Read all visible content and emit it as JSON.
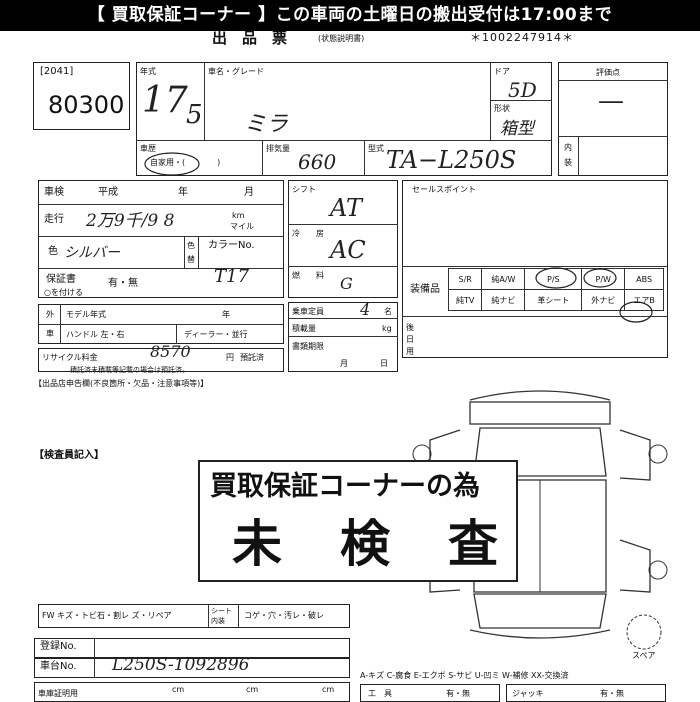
{
  "banner": "【 買取保証コーナー 】この車両の土曜日の搬出受付は17:00まで",
  "header": {
    "title": "出　品　票",
    "subtitle": "(状態説明書)",
    "serial": "＊1002247914＊"
  },
  "lot": {
    "tag": "2041",
    "number": "80300"
  },
  "labels": {
    "year": "年式",
    "model": "車名・グレード",
    "door": "ドア",
    "shape": "形状",
    "score": "評価点",
    "interior_a": "内",
    "interior_b": "装",
    "history": "車歴",
    "history_opt": "自家用・(　　　　)",
    "displacement": "排気量",
    "type": "型式",
    "shaken": "車検",
    "shaken_era": "平成",
    "shaken_year": "年",
    "shaken_month": "月",
    "mileage": "走行",
    "km_unit": "km",
    "mile_unit": "マイル",
    "color": "色",
    "color_change_a": "色",
    "color_change_b": "替",
    "color_no": "カラーNo.",
    "warranty": "保証書",
    "warranty_opts": "有・無",
    "warranty_note": "○を付ける",
    "shift": "シフト",
    "aircon_a": "冷",
    "aircon_b": "房",
    "fuel_a": "燃",
    "fuel_b": "料",
    "sales_point": "セールスポイント",
    "equipment": "装備品",
    "foreign_a": "外",
    "foreign_b": "車",
    "model_year": "モデル年式",
    "year_unit": "年",
    "handle": "ハンドル 左・右",
    "dealer": "ディーラー・並行",
    "capacity": "乗車定員",
    "capacity_unit": "名",
    "load": "積載量",
    "load_unit": "kg",
    "doc_deadline": "書類期限",
    "month": "月",
    "day": "日",
    "rear": "後",
    "rear2": "日",
    "rear3": "用",
    "recycle": "リサイクル料金",
    "recycle_unit": "円",
    "recycle_status": "預託済",
    "recycle_note": "積託済未積載等記載の場合は預託済。",
    "dealer_notes": "【出品店申告欄(不良箇所・欠品・注意事項等)】",
    "inspector": "【検査員記入】",
    "fw": "FW キズ・トビ石・割レ ズ・リペア",
    "seat_a": "シート",
    "seat_b": "内装",
    "seat_opts": "コゲ・穴・汚レ・破レ",
    "reg": "登録No.",
    "chassis": "車台No.",
    "cert": "車庫証明用",
    "cm1": "cm",
    "cm2": "cm",
    "cm3": "cm",
    "tools": "工　具",
    "tools_opts": "有・無",
    "jack": "ジャッキ",
    "jack_opts": "有・無",
    "spare": "スペア",
    "legend": "A-キズ C-腐食 E-エクボ S-サビ U-凹ミ W-補修 XX-交換済"
  },
  "equipment_grid": [
    [
      "S/R",
      "純A/W",
      "P/S",
      "P/W",
      "ABS"
    ],
    [
      "純TV",
      "純ナビ",
      "革シート",
      "外ナビ",
      "エアB"
    ]
  ],
  "handwritten": {
    "year": "17",
    "month": "5",
    "model": "ミラ",
    "door": "5D",
    "shape": "箱型",
    "score": "—",
    "displacement": "660",
    "type": "TA−L250S",
    "mileage": "2万9千/9 8",
    "color": "シルバー",
    "color_no": "T17",
    "shift": "AT",
    "aircon": "AC",
    "fuel": "G",
    "capacity": "4",
    "recycle": "8570",
    "chassis": "L250S-1092896"
  },
  "stamp": {
    "line1": "買取保証コーナーの為",
    "line2": "未　検　査"
  }
}
